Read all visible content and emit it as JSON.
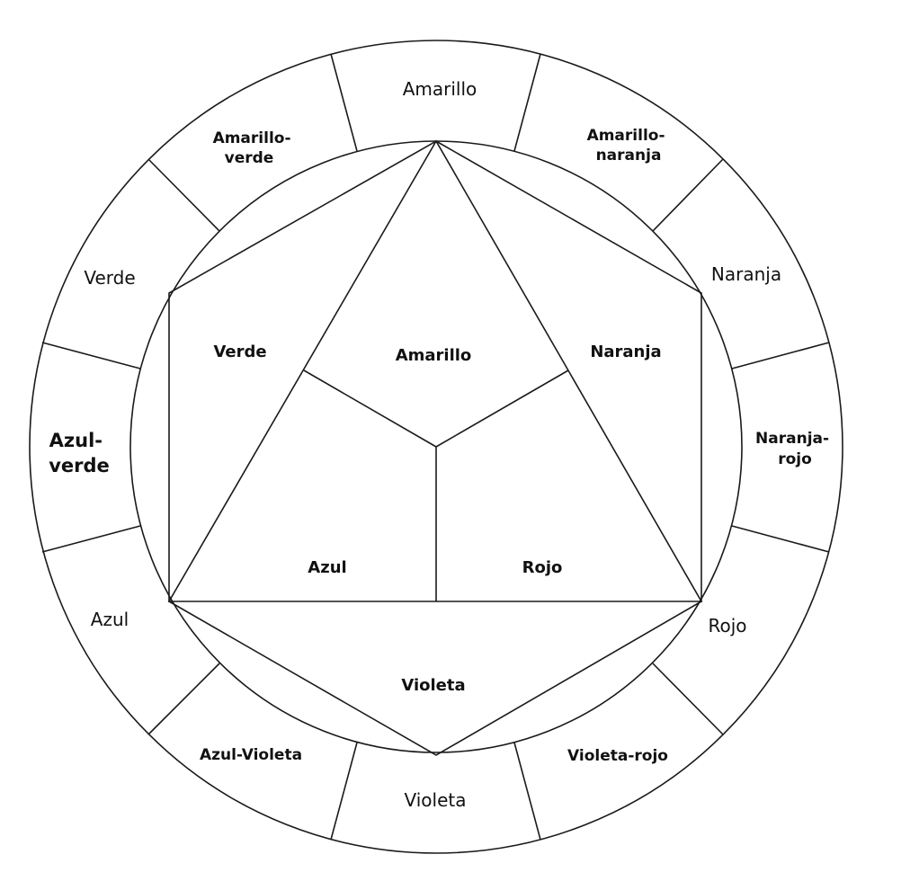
{
  "outer_ring": {
    "amarillo": "Amarillo",
    "amarillo_naranja": [
      "Amarillo-",
      "naranja"
    ],
    "naranja": "Naranja",
    "naranja_rojo": [
      "Naranja-",
      "rojo"
    ],
    "rojo": "Rojo",
    "violeta_rojo": "Violeta-rojo",
    "violeta": "Violeta",
    "azul_violeta": "Azul-Violeta",
    "azul": "Azul",
    "azul_verde": [
      "Azul-",
      "verde"
    ],
    "verde": "Verde",
    "amarillo_verde": [
      "Amarillo-",
      "verde"
    ]
  },
  "inner": {
    "amarillo": "Amarillo",
    "naranja": "Naranja",
    "verde": "Verde",
    "azul": "Azul",
    "rojo": "Rojo",
    "violeta": "Violeta"
  }
}
